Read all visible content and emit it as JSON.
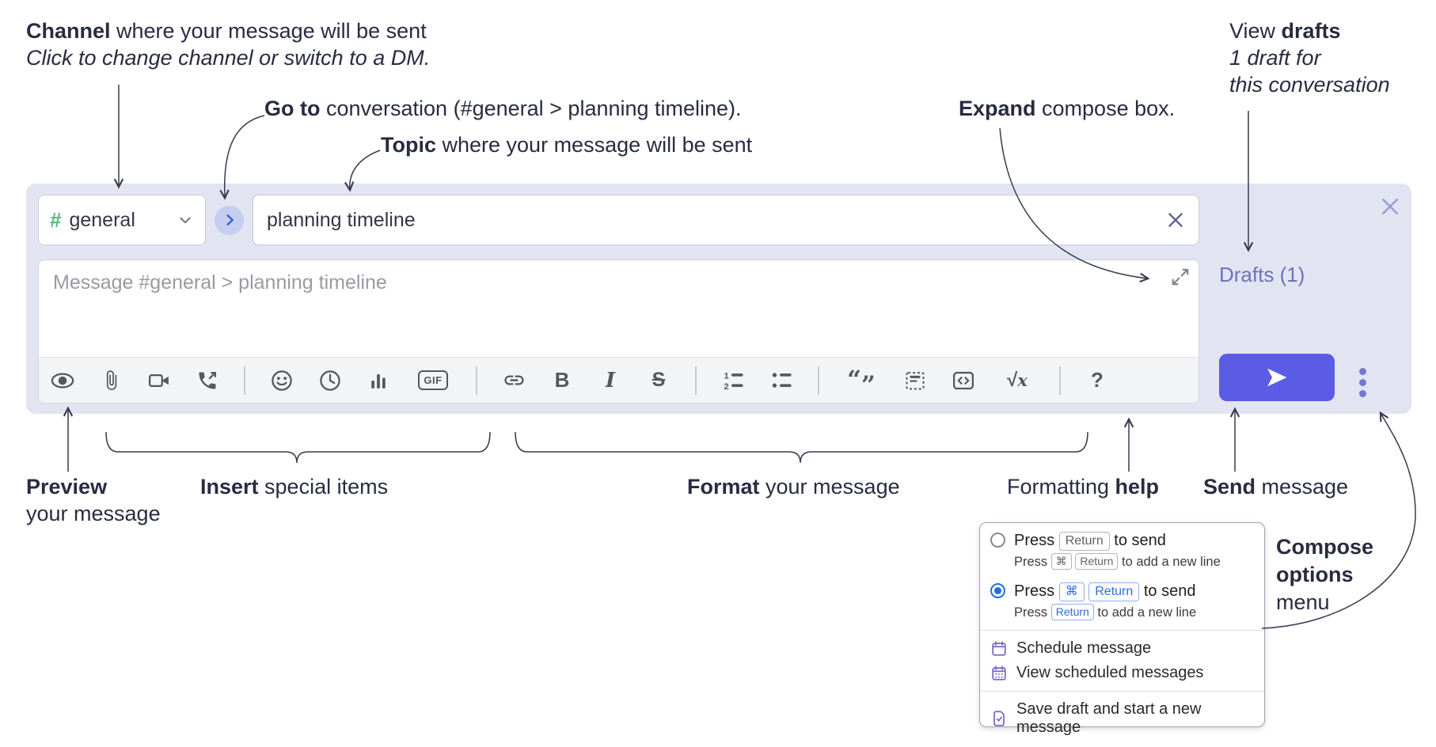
{
  "annotations": {
    "channel": {
      "bold": "Channel",
      "rest": " where your message will be sent",
      "sub": "Click to change channel or switch to a DM."
    },
    "goto": {
      "bold": "Go to",
      "rest": " conversation (#general > planning timeline)."
    },
    "topic": {
      "bold": "Topic",
      "rest": " where your message will be sent"
    },
    "expand": {
      "bold": "Expand",
      "rest": " compose box."
    },
    "drafts": {
      "pre": "View ",
      "bold": "drafts",
      "line2": "1 draft for",
      "line3": "this conversation"
    },
    "preview": {
      "bold": "Preview",
      "line2": "your message"
    },
    "insert": {
      "bold": "Insert",
      "rest": " special items"
    },
    "format": {
      "bold": "Format",
      "rest": " your message"
    },
    "help": {
      "pre": "Formatting ",
      "bold": "help"
    },
    "send": {
      "bold": "Send",
      "rest": " message"
    },
    "compose_options": {
      "line1": "Compose",
      "line2": "options",
      "line3": "menu"
    }
  },
  "compose": {
    "channel_hash": "#",
    "channel_name": "general",
    "topic_value": "planning timeline",
    "message_placeholder": "Message #general > planning timeline",
    "drafts_link": "Drafts (1)",
    "bold_label": "B",
    "italic_label": "I",
    "strike_label": "S",
    "gif_label": "GIF",
    "quote_open": "“",
    "quote_close": "”",
    "math_sqrt": "√",
    "math_x": "x",
    "help_label": "?",
    "ol_1": "1",
    "ol_2": "2"
  },
  "popup": {
    "opt1": {
      "w1": "Press",
      "k1": "Return",
      "w2": "to send",
      "sw1": "Press",
      "sk1": "⌘",
      "sk2": "Return",
      "sw2": "to add a new line"
    },
    "opt2": {
      "w1": "Press",
      "k1": "⌘",
      "k2": "Return",
      "w2": "to send",
      "sw1": "Press",
      "sk1": "Return",
      "sw2": "to add a new line"
    },
    "menu": [
      {
        "label": "Schedule message"
      },
      {
        "label": "View scheduled messages"
      },
      {
        "label": "Save draft and start a new message"
      }
    ]
  },
  "colors": {
    "accent": "#5a5ce5",
    "container_bg": "#e2e4f2",
    "drafts_link": "#6e71bd",
    "hash_green": "#57b87a",
    "icon_gray": "#55575e",
    "menu_icon_purple": "#7668cb",
    "key_blue": "#2f6fdb"
  }
}
